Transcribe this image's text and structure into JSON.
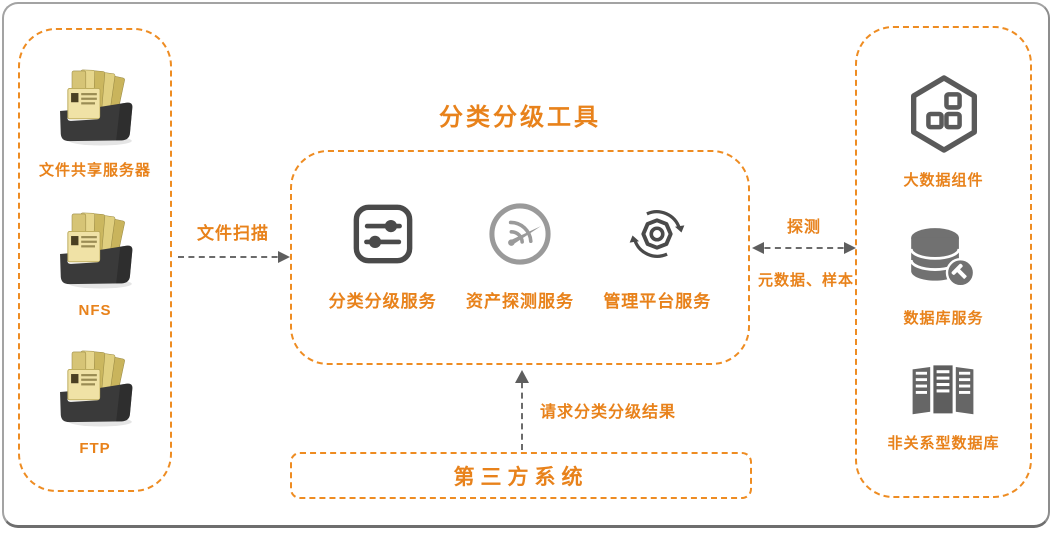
{
  "title": "分类分级工具",
  "left_group": {
    "items": [
      {
        "label": "文件共享服务器",
        "icon": "file-box-icon"
      },
      {
        "label": "NFS",
        "icon": "file-box-icon"
      },
      {
        "label": "FTP",
        "icon": "file-box-icon"
      }
    ]
  },
  "center_group": {
    "services": [
      {
        "label": "分类分级服务",
        "icon": "sliders-icon"
      },
      {
        "label": "资产探测服务",
        "icon": "radar-gauge-icon"
      },
      {
        "label": "管理平台服务",
        "icon": "gear-sync-icon"
      }
    ]
  },
  "right_group": {
    "items": [
      {
        "label": "大数据组件",
        "icon": "hexagon-modules-icon"
      },
      {
        "label": "数据库服务",
        "icon": "database-icon"
      },
      {
        "label": "非关系型数据库",
        "icon": "server-racks-icon"
      }
    ]
  },
  "third_party": {
    "label": "第三方系统"
  },
  "arrows": {
    "file_scan": {
      "label": "文件扫描",
      "direction": "left-to-right"
    },
    "detect": {
      "label_top": "探测",
      "label_bottom": "元数据、样本",
      "direction": "bidirectional"
    },
    "request_result": {
      "label": "请求分类分级结果",
      "direction": "bottom-to-top"
    }
  },
  "colors": {
    "accent_orange": "#E8821B",
    "dashed_border_orange": "#EE8C22",
    "arrow_gray": "#6B6B6B",
    "icon_dark_gray": "#4A4A4A",
    "icon_mid_gray": "#717171",
    "icon_light_gray": "#9A9A9A",
    "frame_gray": "#A3A3A3"
  }
}
